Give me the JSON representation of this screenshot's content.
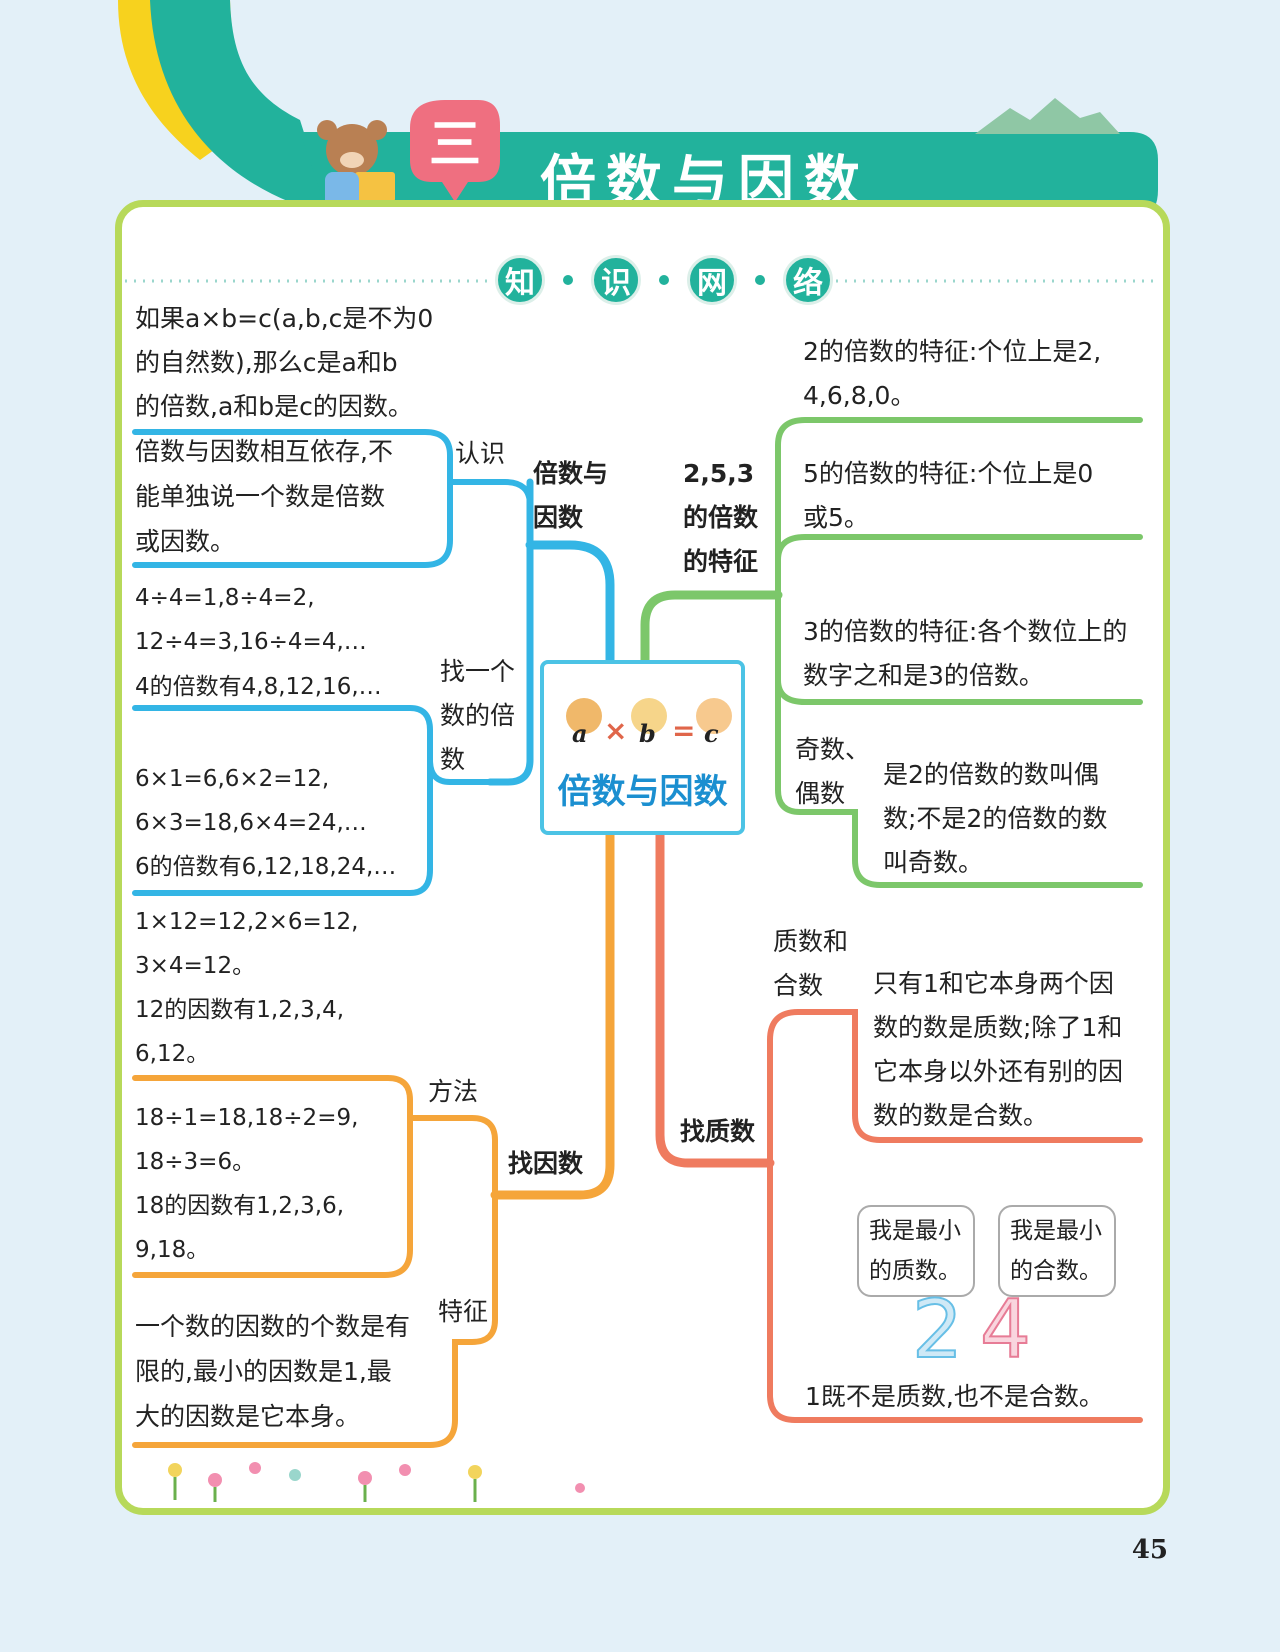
{
  "header": {
    "chapter_numeral": "三",
    "chapter_title": "倍数与因数"
  },
  "section_title": [
    "知",
    "识",
    "网",
    "络"
  ],
  "center": {
    "label": "倍数与因数",
    "formula": {
      "a": "a",
      "times": "×",
      "b": "b",
      "eq": "=",
      "c": "c"
    }
  },
  "left": {
    "definition": [
      "如果a×b=c(a,b,c是不为0",
      "的自然数),那么c是a和b",
      "的倍数,a和b是c的因数。"
    ],
    "branch_multiple_factor": {
      "label": [
        "倍数与",
        "因数"
      ],
      "recognize": {
        "label": "认识",
        "text": [
          "倍数与因数相互依存,不",
          "能单独说一个数是倍数",
          "或因数。"
        ]
      },
      "find_multiple": {
        "label": [
          "找一个",
          "数的倍",
          "数"
        ],
        "example1": [
          "4÷4=1,8÷4=2,",
          "12÷4=3,16÷4=4,…",
          "4的倍数有4,8,12,16,…"
        ],
        "example2": [
          "6×1=6,6×2=12,",
          "6×3=18,6×4=24,…",
          "6的倍数有6,12,18,24,…"
        ]
      }
    },
    "branch_find_factor": {
      "label": "找因数",
      "method": {
        "label": "方法",
        "example1": [
          "1×12=12,2×6=12,",
          "3×4=12。",
          "12的因数有1,2,3,4,",
          "6,12。"
        ],
        "example2": [
          "18÷1=18,18÷2=9,",
          "18÷3=6。",
          "18的因数有1,2,3,6,",
          "9,18。"
        ]
      },
      "feature": {
        "label": "特征",
        "text": [
          "一个数的因数的个数是有",
          "限的,最小的因数是1,最",
          "大的因数是它本身。"
        ]
      }
    }
  },
  "right": {
    "branch_235": {
      "label": [
        "2,5,3",
        "的倍数",
        "的特征"
      ],
      "rule2": [
        "2的倍数的特征:个位上是2,",
        "4,6,8,0。"
      ],
      "rule5": [
        "5的倍数的特征:个位上是0",
        "或5。"
      ],
      "rule3": [
        "3的倍数的特征:各个数位上的",
        "数字之和是3的倍数。"
      ],
      "odd_even": {
        "label": [
          "奇数、",
          "偶数"
        ],
        "text": [
          "是2的倍数的数叫偶",
          "数;不是2的倍数的数",
          "叫奇数。"
        ]
      }
    },
    "branch_prime": {
      "label": "找质数",
      "prime_composite": {
        "label": [
          "质数和",
          "合数"
        ],
        "text": [
          "只有1和它本身两个因",
          "数的数是质数;除了1和",
          "它本身以外还有别的因",
          "数的数是合数。"
        ]
      },
      "bubble_prime": [
        "我是最小",
        "的质数。"
      ],
      "bubble_composite": [
        "我是最小",
        "的合数。"
      ],
      "digit_two": "2",
      "digit_four": "4",
      "one_note": "1既不是质数,也不是合数。"
    }
  },
  "page_number": "45",
  "colors": {
    "teal": "#22b29c",
    "blue_branch": "#33b5e5",
    "orange_branch": "#f5a53a",
    "green_branch": "#7cc76a",
    "red_branch": "#ef7b5f",
    "card_border": "#b7d95a",
    "yellow_arc": "#f7d21e"
  }
}
